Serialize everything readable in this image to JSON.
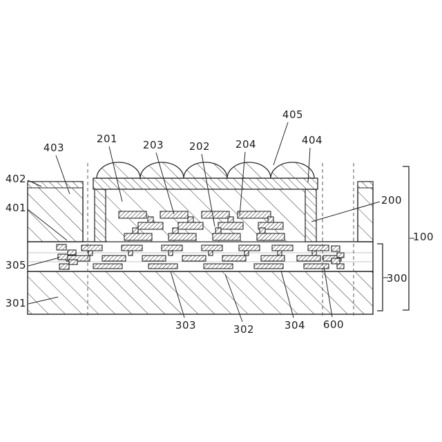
{
  "figure": {
    "title": "patent-style cross-section diagram of layered image sensor device",
    "labels": {
      "n100": "100",
      "n200": "200",
      "n201": "201",
      "n202": "202",
      "n203": "203",
      "n204": "204",
      "n300": "300",
      "n301": "301",
      "n302": "302",
      "n303": "303",
      "n304": "304",
      "n305": "305",
      "n401": "401",
      "n402": "402",
      "n403": "403",
      "n404": "404",
      "n405": "405",
      "n600": "600"
    },
    "colors": {
      "line": "#222222",
      "hatch": "#2a2a2a",
      "dashed": "#555555"
    }
  }
}
